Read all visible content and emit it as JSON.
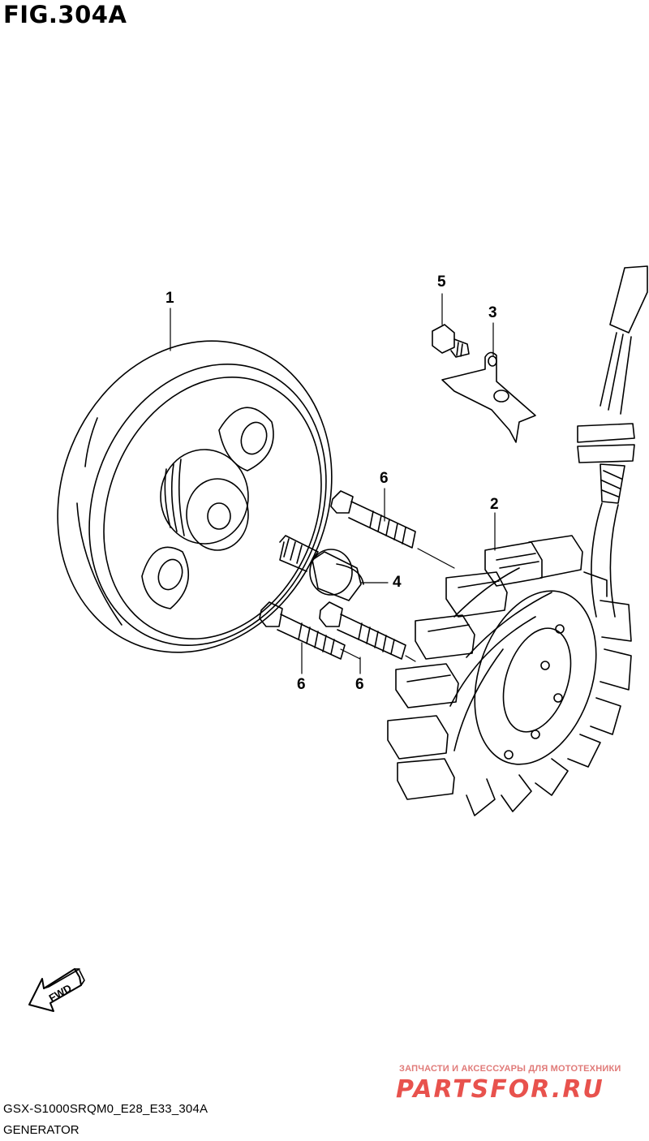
{
  "figure": {
    "title": "FIG.304A"
  },
  "callouts": [
    {
      "id": "c1",
      "number": "1"
    },
    {
      "id": "c2",
      "number": "2"
    },
    {
      "id": "c3",
      "number": "3"
    },
    {
      "id": "c4",
      "number": "4"
    },
    {
      "id": "c5",
      "number": "5"
    },
    {
      "id": "c6a",
      "number": "6"
    },
    {
      "id": "c6b",
      "number": "6"
    },
    {
      "id": "c6c",
      "number": "6"
    }
  ],
  "direction_marker": {
    "label": "FWD",
    "icon": "fwd-arrow-icon"
  },
  "footer": {
    "code": "GSX-S1000SRQM0_E28_E33_304A",
    "caption": "GENERATOR"
  },
  "watermark": {
    "tagline": "ЗАПЧАСТИ И АКСЕССУАРЫ ДЛЯ МОТОТЕХНИКИ",
    "logo": "PARTSFOR.RU",
    "colors": {
      "primary": "#e8524d",
      "secondary": "#e07a78"
    }
  }
}
